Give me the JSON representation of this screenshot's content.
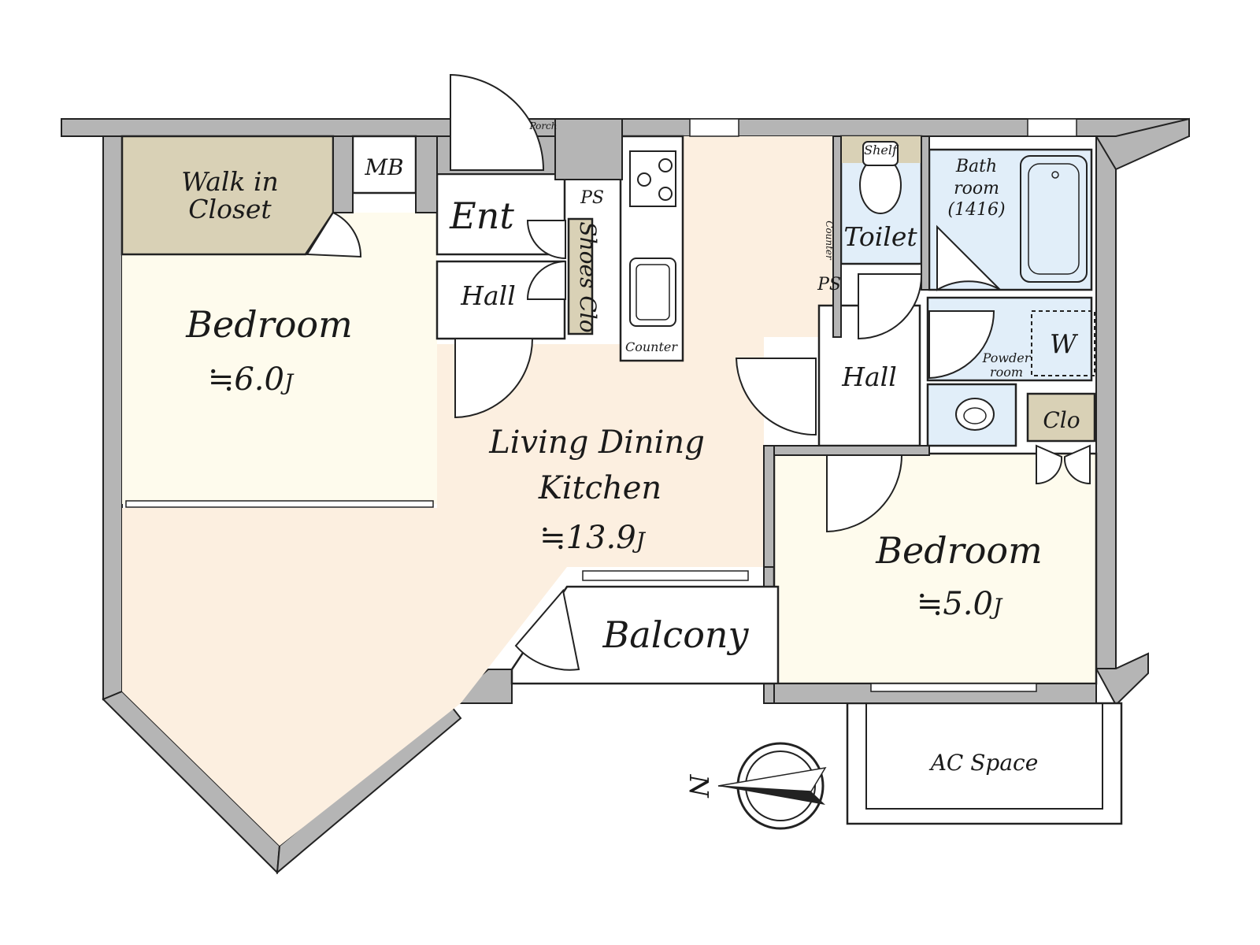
{
  "colors": {
    "wall": "#b5b5b5",
    "living": "#fcefe0",
    "bedroom": "#fefbed",
    "closet": "#d9d1b6",
    "wet": "#e1eef9",
    "white": "#ffffff"
  },
  "rooms": {
    "bedroom_west": {
      "name": "Bedroom",
      "size": "≒6.0",
      "unit": "J"
    },
    "ldk": {
      "line1": "Living Dining",
      "line2": "Kitchen",
      "size": "≒13.9",
      "unit": "J"
    },
    "bedroom_east": {
      "name": "Bedroom",
      "size": "≒5.0",
      "unit": "J"
    },
    "walk_in_closet": {
      "line1": "Walk in",
      "line2": "Closet"
    },
    "mb": "MB",
    "entrance": "Ent",
    "hall_entry": "Hall",
    "shoes_closet": "Shoes Clo",
    "ps_entry": "PS",
    "porch": "Porch",
    "counter_kitchen": "Counter",
    "shelf": "Shelf",
    "toilet": "Toilet",
    "counter_toilet": "Counter",
    "ps_hall": "PS",
    "bathroom": {
      "line1": "Bath",
      "line2": "room",
      "line3": "(1416)"
    },
    "hall_east": "Hall",
    "powder_room": {
      "line1": "Powder",
      "line2": "room"
    },
    "washer": "W",
    "closet_east": "Clo",
    "balcony": "Balcony",
    "ac_space": "AC Space"
  },
  "compass": {
    "label": "N"
  }
}
